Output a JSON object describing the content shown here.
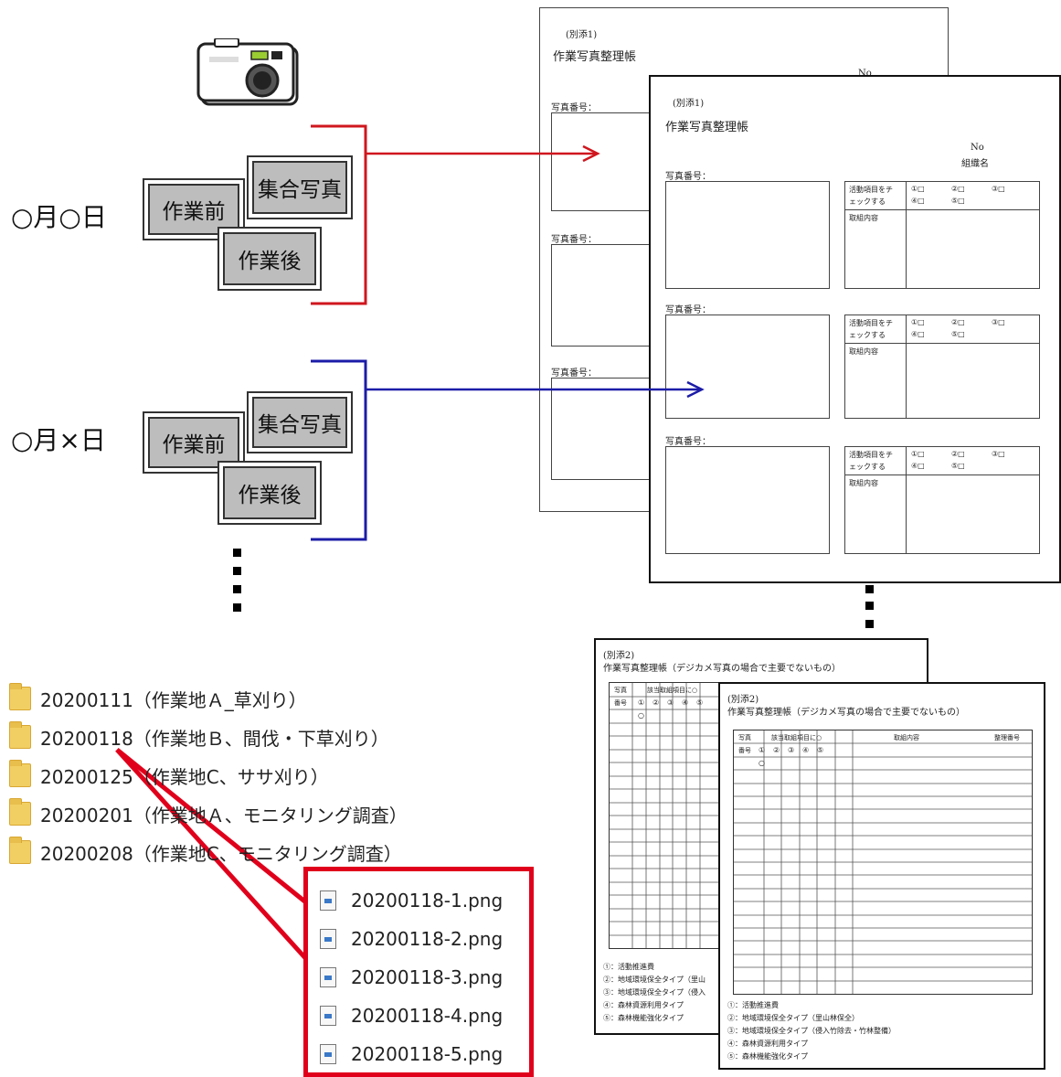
{
  "dates": [
    "○月○日",
    "○月×日"
  ],
  "cards": {
    "before": "作業前",
    "after": "作業後",
    "group": "集合写真"
  },
  "ledger1": {
    "attachment": "(別添1)",
    "title": "作業写真整理帳",
    "no_label": "No",
    "org_label": "組織名",
    "photo_no_label": "写真番号：",
    "activity_check_label1": "活動項目をチ",
    "activity_check_label2": "ェックする",
    "activity_content_label": "取組内容",
    "checks": [
      "①□",
      "②□",
      "③□",
      "④□",
      "⑤□"
    ]
  },
  "ledger2": {
    "attachment": "(別添2)",
    "title": "作業写真整理帳（デジカメ写真の場合で主要でないもの）",
    "col_photo": "写真",
    "col_photo_no": "番号",
    "col_activity": "該当取組項目に○",
    "col_content": "取組内容",
    "col_ledger_no": "整理番号",
    "circled": [
      "①",
      "②",
      "③",
      "④",
      "⑤"
    ],
    "mark": "○",
    "legend": [
      "①：活動推進費",
      "②：地域環境保全タイプ（里山林保全）",
      "③：地域環境保全タイプ（侵入竹除去・竹林整備）",
      "④：森林資源利用タイプ",
      "⑤：森林機能強化タイプ"
    ],
    "legend_back": [
      "①：活動推進費",
      "②：地域環境保全タイプ（里山",
      "③：地域環境保全タイプ（侵入",
      "④：森林資源利用タイプ",
      "⑤：森林機能強化タイプ"
    ]
  },
  "folders": [
    "20200111（作業地Ａ_草刈り）",
    "20200118（作業地Ｂ、間伐・下草刈り）",
    "20200125（作業地C、ササ刈り）",
    "20200201（作業地Ａ、モニタリング調査）",
    "20200208（作業地C、モニタリング調査）"
  ],
  "files": [
    "20200118-1.png",
    "20200118-2.png",
    "20200118-3.png",
    "20200118-4.png",
    "20200118-5.png"
  ],
  "colors": {
    "red": "#d0161e",
    "blue": "#1c1ca8",
    "card_gray": "#bdbdbd",
    "folder_yellow": "#f2cf63"
  }
}
